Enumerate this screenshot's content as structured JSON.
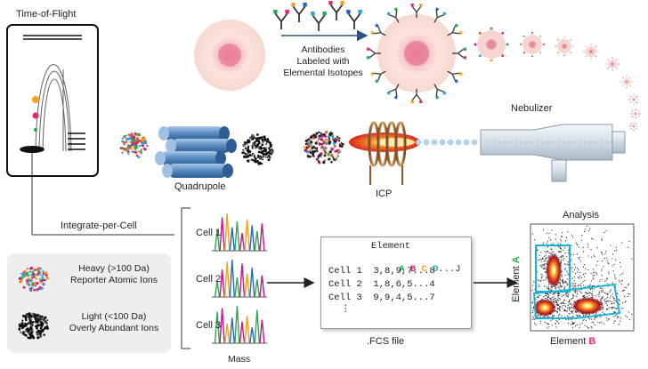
{
  "tof": {
    "title": "Time-of-Flight"
  },
  "antibodies_label": [
    "Antibodies",
    "Labeled with",
    "Elemental Isotopes"
  ],
  "quadrupole": {
    "label": "Quadrupole"
  },
  "icp": {
    "label": "ICP"
  },
  "nebulizer": {
    "label": "Nebulizer"
  },
  "integrate": {
    "label": "Integrate-per-Cell"
  },
  "cells": [
    "Cell 1",
    "Cell 2",
    "Cell 3"
  ],
  "mass": {
    "label": "Mass"
  },
  "legend": {
    "heavy": [
      "Heavy (>100 Da)",
      "Reporter Atomic Ions"
    ],
    "light": [
      "Light (<100 Da)",
      "Overly Abundant Ions"
    ]
  },
  "fcs": {
    "header": "Element",
    "columns": [
      "A",
      "B",
      "C",
      "D",
      "...J"
    ],
    "column_colors": [
      "#2fa84f",
      "#e5266e",
      "#f2a21b",
      "#2aa7d6",
      "#333333"
    ],
    "rows": [
      {
        "cell": "Cell 1",
        "values": "3,8,9,7...8"
      },
      {
        "cell": "Cell 2",
        "values": "1,8,6,5...4"
      },
      {
        "cell": "Cell 3",
        "values": "9,9,4,5...7"
      }
    ],
    "ellipsis": "⋮",
    "file_label": ".FCS file"
  },
  "analysis": {
    "title": "Analysis",
    "ylabel_prefix": "Element ",
    "ylabel_letter": "A",
    "xlabel_prefix": "Element ",
    "xlabel_letter": "B",
    "letter_a_color": "#2fa84f",
    "letter_b_color": "#e5266e",
    "gate_color": "#19b3d9"
  },
  "colors": {
    "tube": "#5d8fc2",
    "peak_green": "#2fa84f",
    "peak_magenta": "#c4168a",
    "peak_orange": "#f2a21b",
    "peak_blue": "#2a63c4"
  }
}
